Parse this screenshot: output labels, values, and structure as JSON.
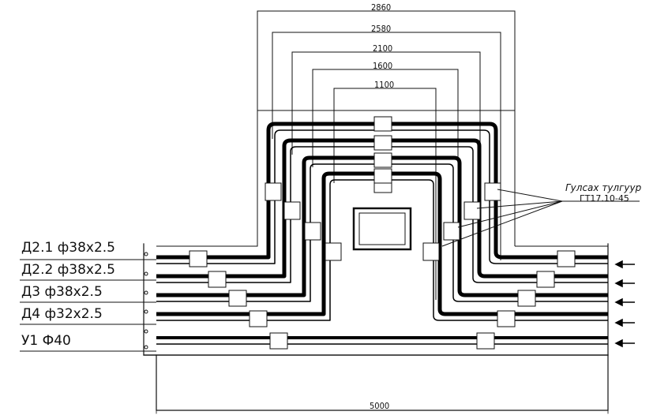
{
  "pipe_labels": [
    "Д2.1 ф38х2.5",
    "Д2.2 ф38х2.5",
    "Д3 ф38х2.5",
    "Д4 ф32х2.5",
    "У1 Ф40"
  ],
  "dimensions": [
    "2860",
    "2580",
    "2100",
    "1600",
    "1100"
  ],
  "overall_width": "5000",
  "note": {
    "line1": "Гулсах тулгуур",
    "line2": "ГТ17.10-45"
  }
}
